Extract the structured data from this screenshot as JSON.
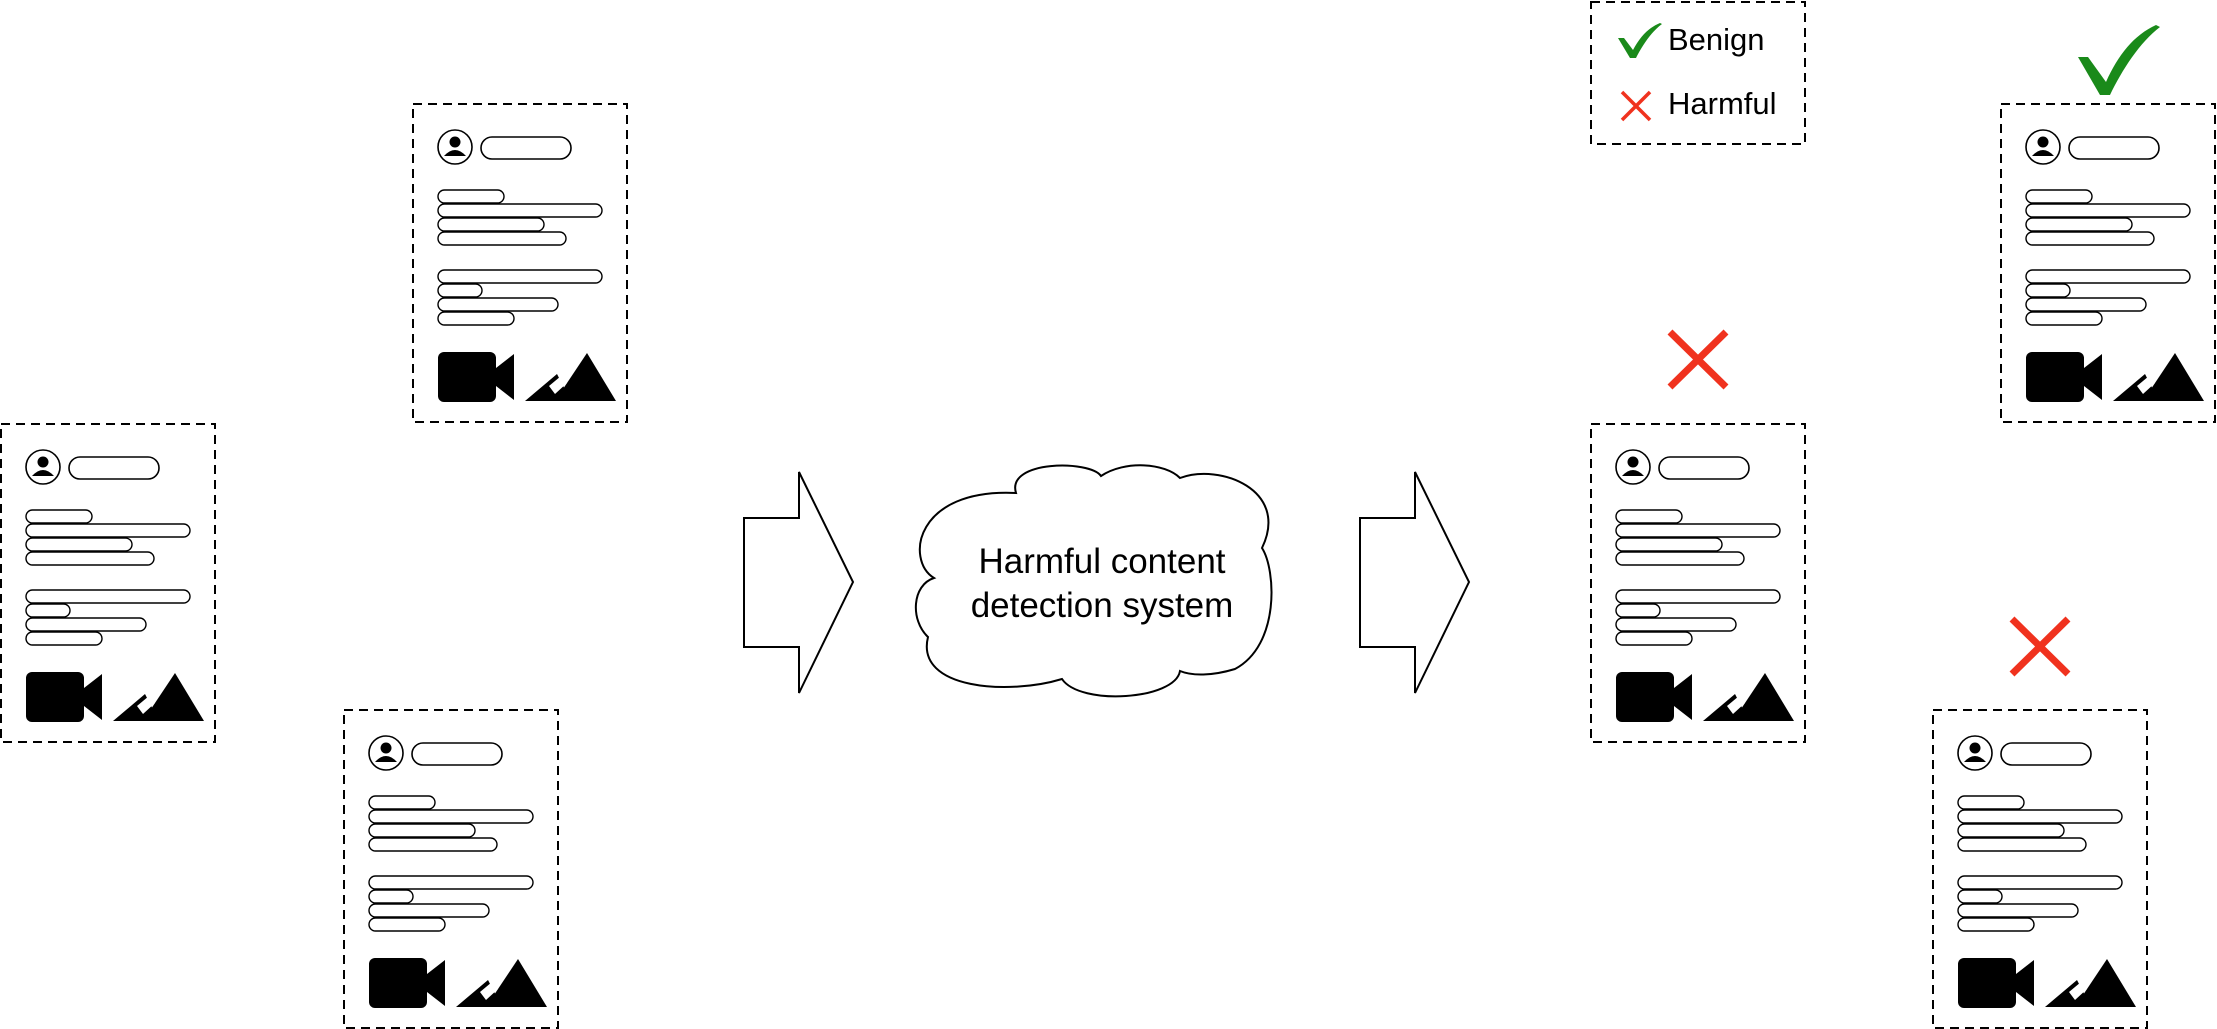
{
  "diagram": {
    "system_label_line1": "Harmful content",
    "system_label_line2": "detection system"
  },
  "legend": {
    "benign_label": "Benign",
    "harmful_label": "Harmful",
    "benign_icon": "check-icon",
    "harmful_icon": "cross-icon"
  },
  "colors": {
    "benign": "#1a8a1a",
    "harmful": "#f0321e",
    "ink": "#000000",
    "paper": "#ffffff"
  },
  "posts": {
    "input_count": 3,
    "output_classifications": [
      "harmful",
      "benign",
      "harmful"
    ]
  }
}
